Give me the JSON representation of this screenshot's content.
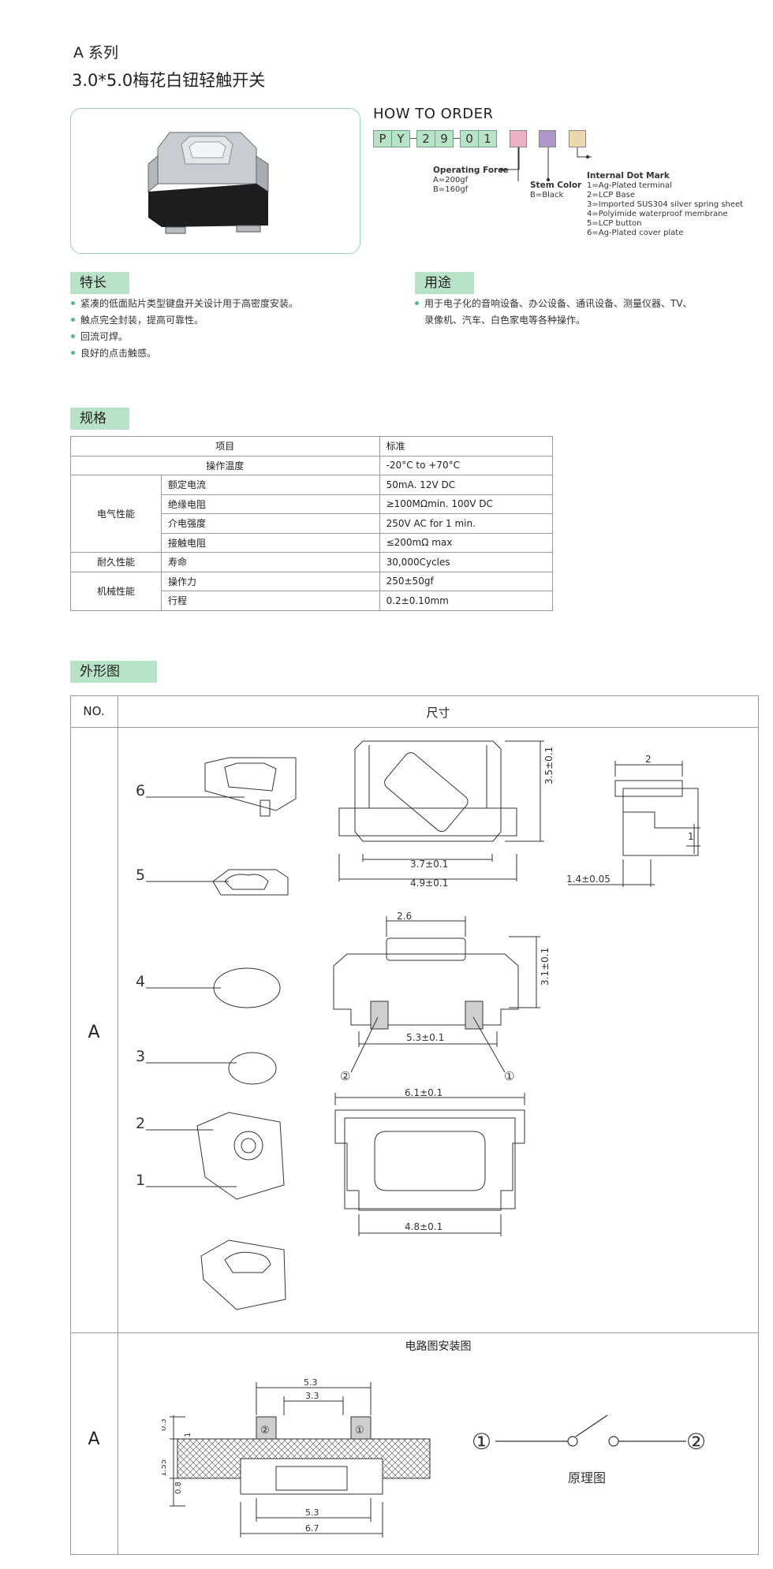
{
  "header": {
    "series": "A 系列",
    "title": "3.0*5.0梅花白钮轻触开关"
  },
  "order": {
    "heading": "HOW TO ORDER",
    "code": [
      "P",
      "Y",
      "2",
      "9",
      "0",
      "1"
    ],
    "colors": {
      "pink": "#efb1c6",
      "purple": "#ae96c9",
      "beige": "#ead9ad",
      "accent": "#b9e3c8",
      "accent_border": "#6aa57f",
      "bullet": "#5cb585"
    },
    "force": {
      "title": "Operating Force",
      "a": "A=200gf",
      "b": "B=160gf"
    },
    "stem": {
      "title": "Stem Color",
      "b": "B=Black"
    },
    "dot": {
      "title": "Internal Dot Mark",
      "items": [
        "1=Ag-Plated terminal",
        "2=LCP Base",
        "3=Imported SUS304 silver spring sheet",
        "4=Polyimide waterproof membrane",
        "5=LCP button",
        "6=Ag-Plated cover plate"
      ]
    }
  },
  "features": {
    "tag": "特长",
    "items": [
      "紧凑的低面贴片类型键盘开关设计用于高密度安装。",
      "触点完全封装，提高可靠性。",
      "回流可焊。",
      "良好的点击触感。"
    ]
  },
  "usage": {
    "tag": "用途",
    "line1": "用于电子化的音响设备、办公设备、通讯设备、测量仪器、TV、",
    "line2": "录像机、汽车、白色家电等各种操作。"
  },
  "spec": {
    "tag": "规格",
    "head": [
      "项目",
      "标准"
    ],
    "rows": [
      {
        "group": "",
        "item": "操作温度",
        "value": "-20°C to +70°C"
      },
      {
        "group": "电气性能",
        "item": "额定电流",
        "value": "50mA. 12V DC"
      },
      {
        "group": "",
        "item": "绝缘电阻",
        "value": "≥100MΩmin. 100V DC"
      },
      {
        "group": "",
        "item": "介电强度",
        "value": "250V AC for 1 min."
      },
      {
        "group": "",
        "item": "接触电阻",
        "value": "≤200mΩ max"
      },
      {
        "group": "耐久性能",
        "item": "寿命",
        "value": "30,000Cycles"
      },
      {
        "group": "机械性能",
        "item": "操作力",
        "value": "250±50gf"
      },
      {
        "group": "",
        "item": "行程",
        "value": "0.2±0.10mm"
      }
    ]
  },
  "outline": {
    "tag": "外形图",
    "col_no": "NO.",
    "col_size": "尺寸",
    "row_label": "A",
    "parts": [
      "6",
      "5",
      "4",
      "3",
      "2",
      "1"
    ],
    "dims": {
      "d35": "3.5±0.1",
      "d37": "3.7±0.1",
      "d49": "4.9±0.1",
      "d2": "2",
      "d1": "1",
      "d14": "1.4±0.05",
      "d26": "2.6",
      "d31": "3.1±0.1",
      "d53": "5.3±0.1",
      "d61": "6.1±0.1",
      "d48": "4.8±0.1",
      "c1": "①",
      "c2": "②"
    },
    "circuit_title": "电路图安装图",
    "circuit_row_label": "A",
    "pcb": {
      "d53": "5.3",
      "d33": "3.3",
      "d03": "0.3",
      "d1": "1",
      "d155": "1.55",
      "d08": "0.8",
      "d53b": "5.3",
      "d67": "6.7"
    },
    "schematic": {
      "n1": "①",
      "n2": "②",
      "caption": "原理图"
    }
  }
}
